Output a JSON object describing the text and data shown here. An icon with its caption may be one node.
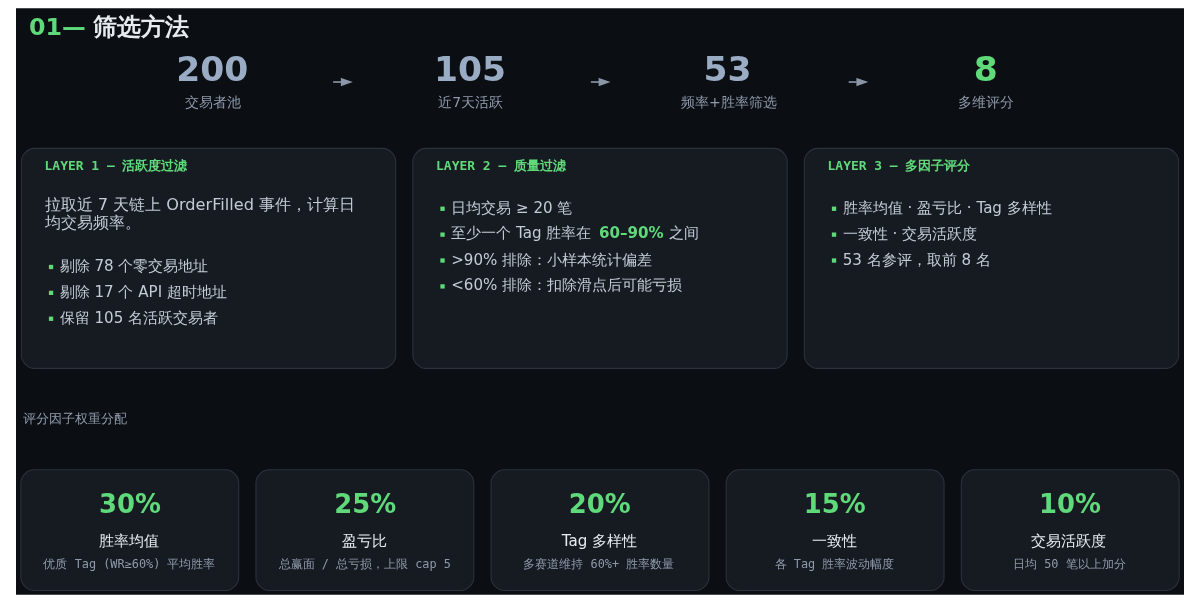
{
  "diagram": {
    "title": "01— 筛选方法",
    "nodes": [
      {
        "text": [
          "200",
          "交易者池"
        ]
      },
      {
        "text": [
          "105",
          "近7天活跃"
        ]
      },
      {
        "text": [
          "53",
          "频率+胜率筛选"
        ]
      },
      {
        "text": [
          "8",
          "多维评分"
        ]
      },
      {
        "text": [
          "LAYER 1 — 活跃度过滤",
          "拉取近 7 天链上 OrderFilled 事件，计算日均交易频率。",
          "剔除 78 个零交易地址",
          "剔除 17 个 API 超时地址",
          "保留 105 名活跃交易者"
        ]
      },
      {
        "text": [
          "LAYER 2 — 质量过滤",
          "日均交易 ≥ 20 笔",
          "至少一个 Tag 胜率在 **60–90%** 之间",
          ">90% 排除：小样本统计偏差",
          "<60% 排除：扣除滑点后可能亏损"
        ]
      },
      {
        "text": [
          "LAYER 3 — 多因子评分",
          "胜率均值 · 盈亏比 · Tag 多样性",
          "一致性 · 交易活跃度",
          "53 名参评，取前 8 名"
        ]
      },
      {
        "text": [
          "30%",
          "胜率均值",
          "优质 Tag (WR≥60%) 平均胜率"
        ]
      },
      {
        "text": [
          "25%",
          "盈亏比",
          "总赢面 / 总亏损，上限 cap 5"
        ]
      },
      {
        "text": [
          "20%",
          "Tag 多样性",
          "多赛道维持 60%+ 胜率数量"
        ]
      },
      {
        "text": [
          "15%",
          "一致性",
          "各 Tag 胜率波动幅度"
        ]
      },
      {
        "text": [
          "10%",
          "交易活跃度",
          "日均 50 笔以上加分"
        ]
      }
    ],
    "edges": [
      {
        "from": 0,
        "to": 1,
        "arrow": "to"
      },
      {
        "from": 1,
        "to": 2,
        "arrow": "to"
      },
      {
        "from": 2,
        "to": 3,
        "arrow": "to"
      }
    ],
    "labels": [
      "评分因子权重分配"
    ]
  }
}
